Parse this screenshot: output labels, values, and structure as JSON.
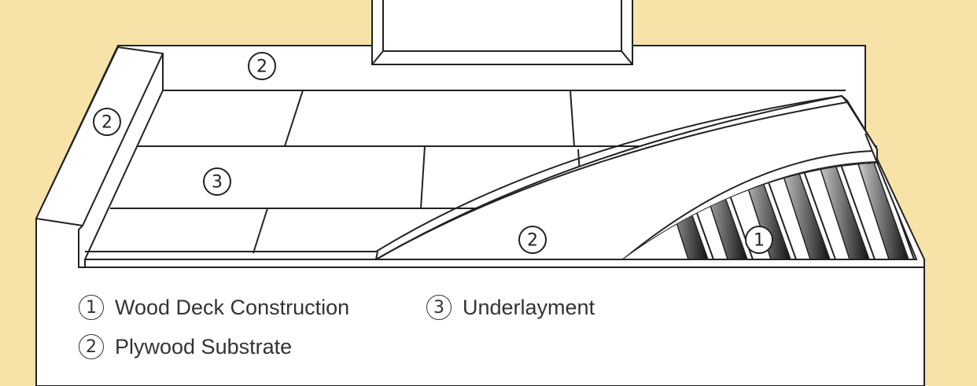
{
  "colors": {
    "background": "#f7e2a8",
    "line": "#222222",
    "surface": "#ffffff"
  },
  "markers": {
    "deck": "1",
    "plywood": "2",
    "underlayment": "3"
  },
  "legend": [
    {
      "number": "1",
      "label": "Wood Deck Construction"
    },
    {
      "number": "3",
      "label": "Underlayment"
    },
    {
      "number": "2",
      "label": "Plywood Substrate"
    }
  ]
}
